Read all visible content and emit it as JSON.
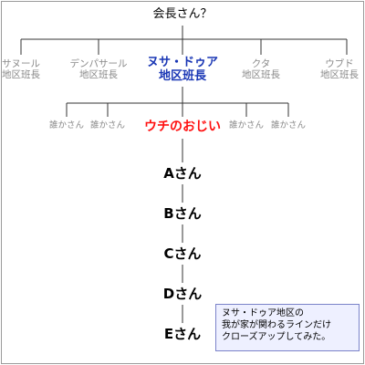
{
  "top_node": "会長さん？",
  "districts": [
    {
      "line1": "サヌール",
      "line2": "地区班長"
    },
    {
      "line1": "デンパサール",
      "line2": "地区班長"
    },
    {
      "line1": "ヌサ・ドゥア",
      "line2": "地区班長"
    },
    {
      "line1": "クタ",
      "line2": "地区班長"
    },
    {
      "line1": "ウブド",
      "line2": "地区班長"
    }
  ],
  "members": [
    "誰かさん",
    "誰かさん",
    "ウチのおじい",
    "誰かさん",
    "誰かさん"
  ],
  "chain": [
    "Aさん",
    "Bさん",
    "Cさん",
    "Dさん",
    "Eさん"
  ],
  "note": {
    "line1": "ヌサ・ドゥア地区の",
    "line2": "我が家が関わるラインだけ",
    "line3": "クローズアップしてみた。"
  },
  "colors": {
    "highlight_blue": "#1a37b5",
    "highlight_red": "#ff1010",
    "muted": "#8a8a8a"
  }
}
